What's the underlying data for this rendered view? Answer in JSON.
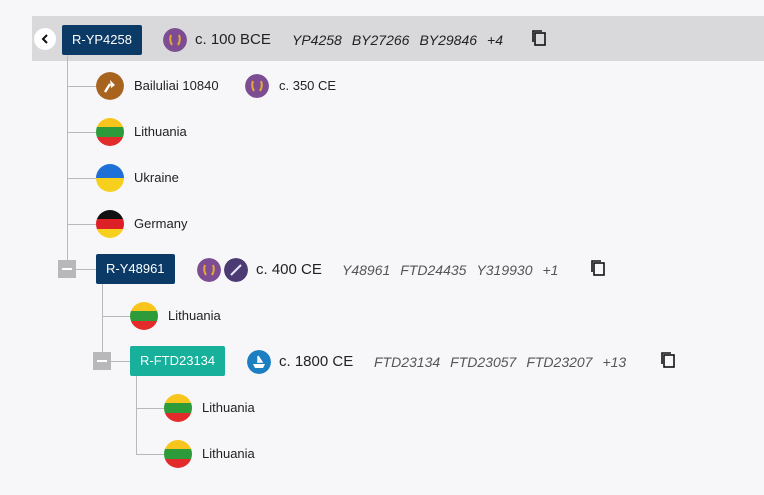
{
  "root": {
    "haplogroup": "R-YP4258",
    "age": "c. 100 BCE",
    "snps": [
      "YP4258",
      "BY27266",
      "BY29846",
      "+4"
    ],
    "children": [
      {
        "type": "sample",
        "label": "Bailuliai 10840",
        "age": "c. 350 CE"
      },
      {
        "type": "country",
        "label": "Lithuania"
      },
      {
        "type": "country",
        "label": "Ukraine"
      },
      {
        "type": "country",
        "label": "Germany"
      }
    ]
  },
  "branch1": {
    "haplogroup": "R-Y48961",
    "age": "c. 400 CE",
    "snps": [
      "Y48961",
      "FTD24435",
      "Y319930",
      "+1"
    ],
    "children": [
      {
        "type": "country",
        "label": "Lithuania"
      }
    ]
  },
  "branch2": {
    "haplogroup": "R-FTD23134",
    "age": "c. 1800 CE",
    "snps": [
      "FTD23134",
      "FTD23057",
      "FTD23207",
      "+13"
    ],
    "children": [
      {
        "type": "country",
        "label": "Lithuania"
      },
      {
        "type": "country",
        "label": "Lithuania"
      }
    ]
  },
  "colors": {
    "header_bg": "#d9d9dc",
    "tag_dark": "#0b3a66",
    "tag_teal": "#16b09b",
    "lithuania": [
      "#f8c51c",
      "#2e9b3a",
      "#e32b2b"
    ],
    "ukraine": [
      "#1e6fd6",
      "#f7cf1d"
    ],
    "germany": [
      "#111111",
      "#dd1f26",
      "#f7cf1d"
    ]
  },
  "icons": {
    "back": "chevron-left-icon",
    "copy": "copy-icon",
    "ancient_age": "laurel-wreath-icon",
    "sample": "trowel-icon",
    "sword": "sword-icon",
    "ship": "ship-icon",
    "collapse": "minus-icon"
  }
}
